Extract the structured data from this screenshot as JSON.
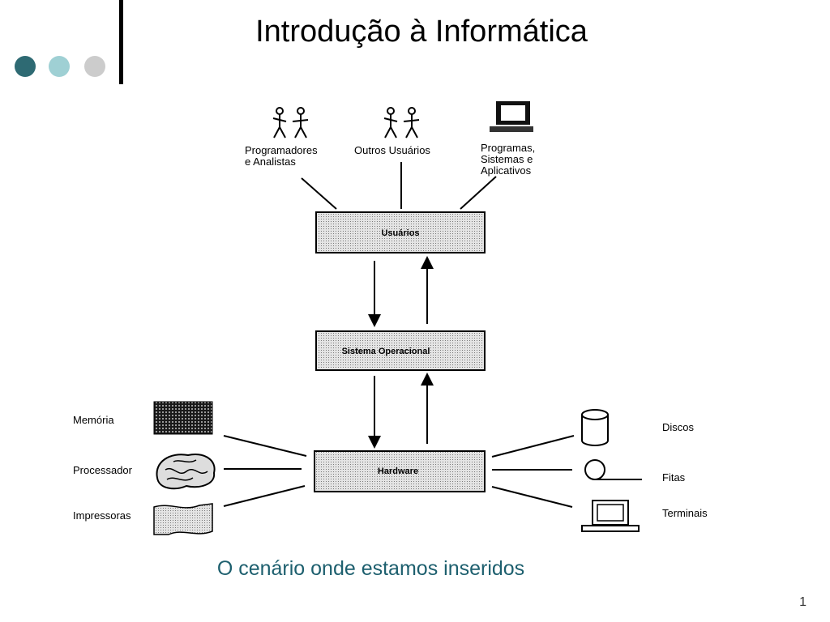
{
  "slide": {
    "title": "Introdução à Informática",
    "caption": "O cenário onde estamos inseridos",
    "page_number": "1",
    "colors": {
      "dot1": "#2e6a73",
      "dot2": "#9fd0d4",
      "dot3": "#cccccc",
      "caption": "#1d5f6e",
      "box_fill": "#cfcfcf"
    }
  },
  "diagram": {
    "top_actors": {
      "programmers": [
        "Programadores",
        "e Analistas"
      ],
      "other_users": "Outros Usuários",
      "programs": [
        "Programas,",
        "Sistemas e",
        "Aplicativos"
      ]
    },
    "boxes": {
      "users": "Usuários",
      "os": "Sistema Operacional",
      "hardware": "Hardware"
    },
    "left_devices": [
      "Memória",
      "Processador",
      "Impressoras"
    ],
    "right_devices": [
      "Discos",
      "Fitas",
      "Terminais"
    ]
  }
}
